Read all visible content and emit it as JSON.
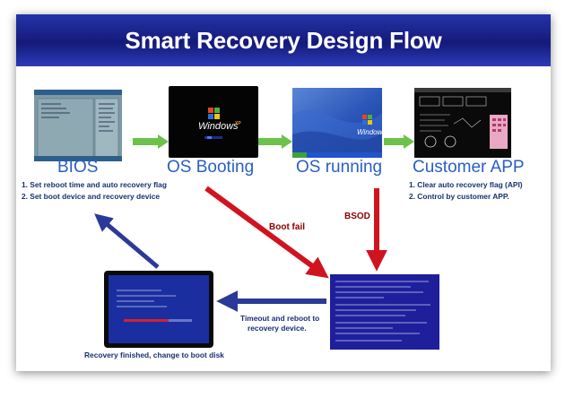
{
  "title": "Smart Recovery Design Flow",
  "stages": {
    "bios": {
      "label": "BIOS"
    },
    "os_booting": {
      "label": "OS Booting"
    },
    "os_running": {
      "label": "OS running"
    },
    "customer_app": {
      "label": "Customer APP"
    }
  },
  "bios_notes": [
    "1. Set reboot time and auto recovery  flag",
    "2. Set boot device and recovery device"
  ],
  "app_notes": [
    "1. Clear auto recovery flag (API)",
    "2. Control by customer APP."
  ],
  "edges": {
    "boot_fail": "Boot fail",
    "bsod": "BSOD",
    "timeout_line1": "Timeout and reboot to",
    "timeout_line2": "recovery device.",
    "recovery_finished": "Recovery finished, change to boot disk"
  },
  "screens": {
    "windows_logo_text": "Windows",
    "windows_logo_sup": "XP"
  },
  "colors": {
    "title_bar": "#1b2290",
    "stage_label": "#2a5fc2",
    "note_text": "#183074",
    "red_arrow": "#d0141f",
    "blue_arrow": "#2b3a98",
    "green_arrow": "#6cc24a"
  }
}
